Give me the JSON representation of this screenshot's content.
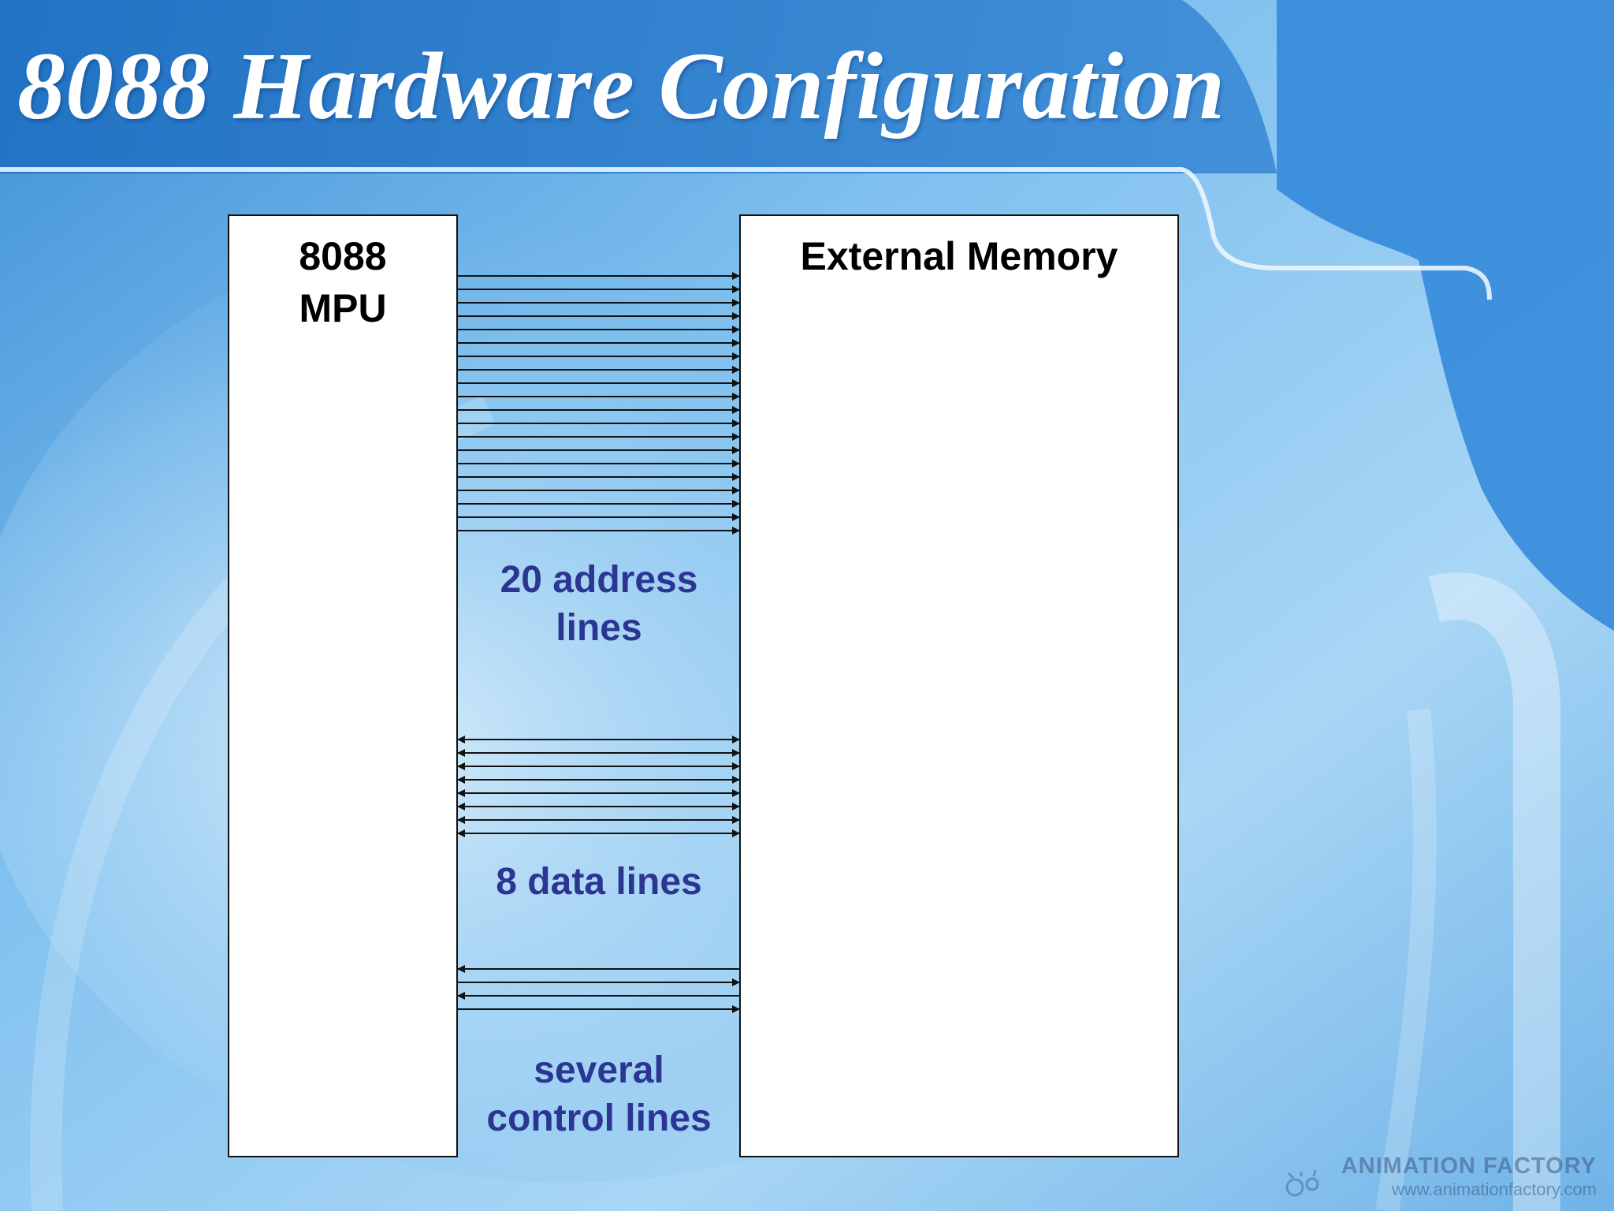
{
  "slide": {
    "title": "8088 Hardware Configuration"
  },
  "blocks": {
    "mpu_label": "8088\nMPU",
    "memory_label": "External Memory"
  },
  "buses": {
    "address": {
      "label": "20 address\nlines",
      "count": 20,
      "direction": "one-way"
    },
    "data": {
      "label": "8 data lines",
      "count": 8,
      "direction": "two-way"
    },
    "control": {
      "label": "several\ncontrol lines",
      "count": 4,
      "direction": "mixed"
    }
  },
  "watermark": {
    "brand": "ANIMATION FACTORY",
    "url": "www.animationfactory.com"
  },
  "colors": {
    "background": "#5aa7e6",
    "bus_label": "#2c3592",
    "line": "#111111"
  }
}
